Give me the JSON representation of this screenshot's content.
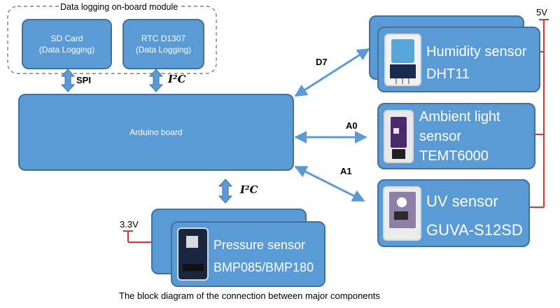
{
  "module": {
    "title": "Data logging on-board module",
    "sd_card": {
      "line1": "SD Card",
      "line2": "(Data Logging)"
    },
    "rtc": {
      "line1": "RTC D1307",
      "line2": "(Data Logging)"
    }
  },
  "arduino": "Arduino board",
  "links": {
    "spi": "SPI",
    "i2c_top": "I²C",
    "i2c_bottom": "I²C",
    "d7": "D7",
    "a0": "A0",
    "a1": "A1"
  },
  "sensors": {
    "humidity": {
      "name": "Humidity sensor",
      "model": "DHT11"
    },
    "light": {
      "name_line1": "Ambient light",
      "name_line2": "sensor",
      "model": "TEMT6000"
    },
    "uv": {
      "name": "UV sensor",
      "model": "GUVA-S12SD"
    },
    "pressure": {
      "name": "Pressure sensor",
      "model": "BMP085/BMP180"
    }
  },
  "power": {
    "v5": "5V",
    "v33": "3.3V"
  },
  "caption": "The block diagram of the connection between major components",
  "colors": {
    "box_fill": "#5b9bd5",
    "box_border": "#41719c",
    "power_line": "#e03030"
  }
}
